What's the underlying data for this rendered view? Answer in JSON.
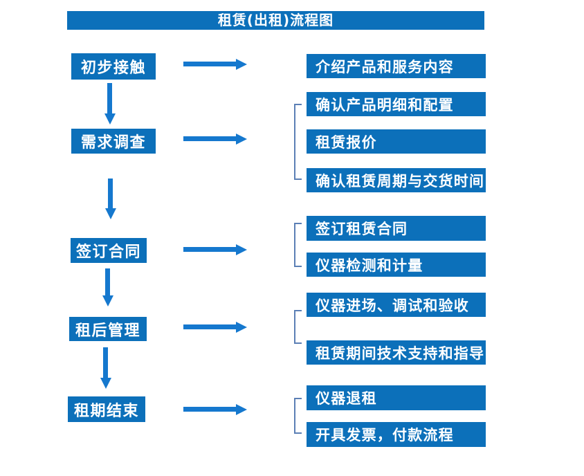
{
  "title": "租赁(出租)流程图",
  "colors": {
    "box_blue": "#0C70BA",
    "arrow_blue": "#1578CE",
    "bracket_blue": "#5B7FB5",
    "text_white": "#FFFFFF"
  },
  "stages": [
    {
      "label": "初步接触",
      "details": [
        "介绍产品和服务内容"
      ]
    },
    {
      "label": "需求调查",
      "details": [
        "确认产品明细和配置",
        "租赁报价",
        "确认租赁周期与交货时间"
      ]
    },
    {
      "label": "签订合同",
      "details": [
        "签订租赁合同",
        "仪器检测和计量"
      ]
    },
    {
      "label": "租后管理",
      "details": [
        "仪器进场、调试和验收",
        "租赁期间技术支持和指导"
      ]
    },
    {
      "label": "租期结束",
      "details": [
        "仪器退租",
        "开具发票，付款流程"
      ]
    }
  ]
}
